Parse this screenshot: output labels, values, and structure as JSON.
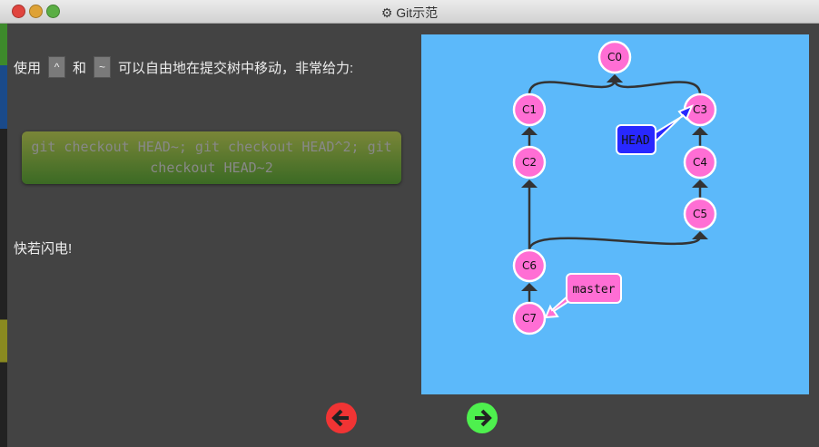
{
  "window": {
    "title": "Git示范",
    "title_icon": "gear-icon"
  },
  "text": {
    "intro_prefix": "使用",
    "key1": "^",
    "middle": "和",
    "key2": "~",
    "intro_suffix": "可以自由地在提交树中移动，非常给力:",
    "command": "git checkout HEAD~; git checkout HEAD^2; git checkout HEAD~2",
    "closing": "快若闪电!"
  },
  "graph": {
    "commits": [
      "C0",
      "C1",
      "C2",
      "C3",
      "C4",
      "C5",
      "C6",
      "C7"
    ],
    "edges": [
      [
        "C1",
        "C0"
      ],
      [
        "C3",
        "C0"
      ],
      [
        "C2",
        "C1"
      ],
      [
        "C4",
        "C3"
      ],
      [
        "C5",
        "C4"
      ],
      [
        "C6",
        "C2"
      ],
      [
        "C6",
        "C5"
      ],
      [
        "C7",
        "C6"
      ]
    ],
    "head_label": "HEAD",
    "head_target": "C3",
    "branch_label": "master",
    "branch_target": "C7",
    "colors": {
      "commit": "#ff6ed4",
      "head": "#2828ff",
      "branch": "#ff6ed4",
      "background": "#5cb9fa"
    }
  },
  "nav": {
    "back_icon": "arrow-left-icon",
    "forward_icon": "arrow-right-icon"
  }
}
